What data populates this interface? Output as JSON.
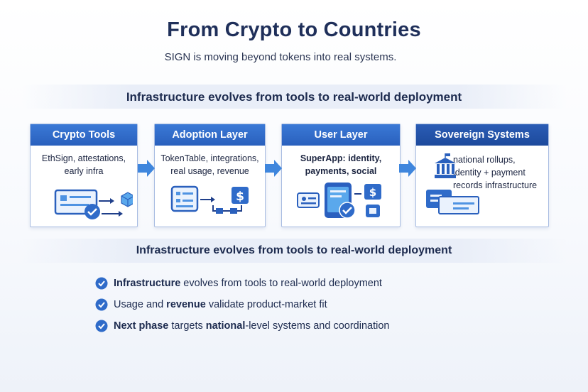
{
  "header": {
    "title": "From Crypto to Countries",
    "subtitle": "SIGN is moving beyond tokens into real systems."
  },
  "top_banner": "Infrastructure evolves from tools to real-world deployment",
  "stages": [
    {
      "title": "Crypto Tools",
      "lines": [
        "EthSign, attestations,",
        "early infra"
      ],
      "icon": "document-check-cube-icon",
      "header_color": "#2f6bc9"
    },
    {
      "title": "Adoption Layer",
      "lines": [
        "TokenTable, integrations,",
        "real usage, revenue"
      ],
      "icon": "dashboard-pipeline-dollar-icon",
      "header_color": "#2f6bc9"
    },
    {
      "title": "User Layer",
      "lines": [
        "SuperApp: identity,",
        "payments, social"
      ],
      "icon": "phone-identity-payment-icon",
      "header_color": "#2f6bc9"
    },
    {
      "title": "Sovereign Systems",
      "lines": [
        "national rollups,",
        "identity + payment",
        "records infrastructure"
      ],
      "icon": "government-building-records-icon",
      "header_color": "#1f4fa6"
    }
  ],
  "bottom_banner": "Infrastructure evolves from tools to real-world deployment",
  "bullets": [
    {
      "bold": "Infrastructure",
      "rest": " evolves from tools to real-world deployment"
    },
    {
      "pre": "Usage and ",
      "bold": "revenue",
      "rest": " validate product-market fit"
    },
    {
      "bold": "Next phase",
      "rest": " targets ",
      "bold2": "national",
      "rest2": "-level systems and coordination"
    }
  ],
  "colors": {
    "accent": "#2f6bc9",
    "accent_dark": "#1f4fa6",
    "icon_light": "#5aa8ec",
    "text": "#1d2b4f"
  }
}
